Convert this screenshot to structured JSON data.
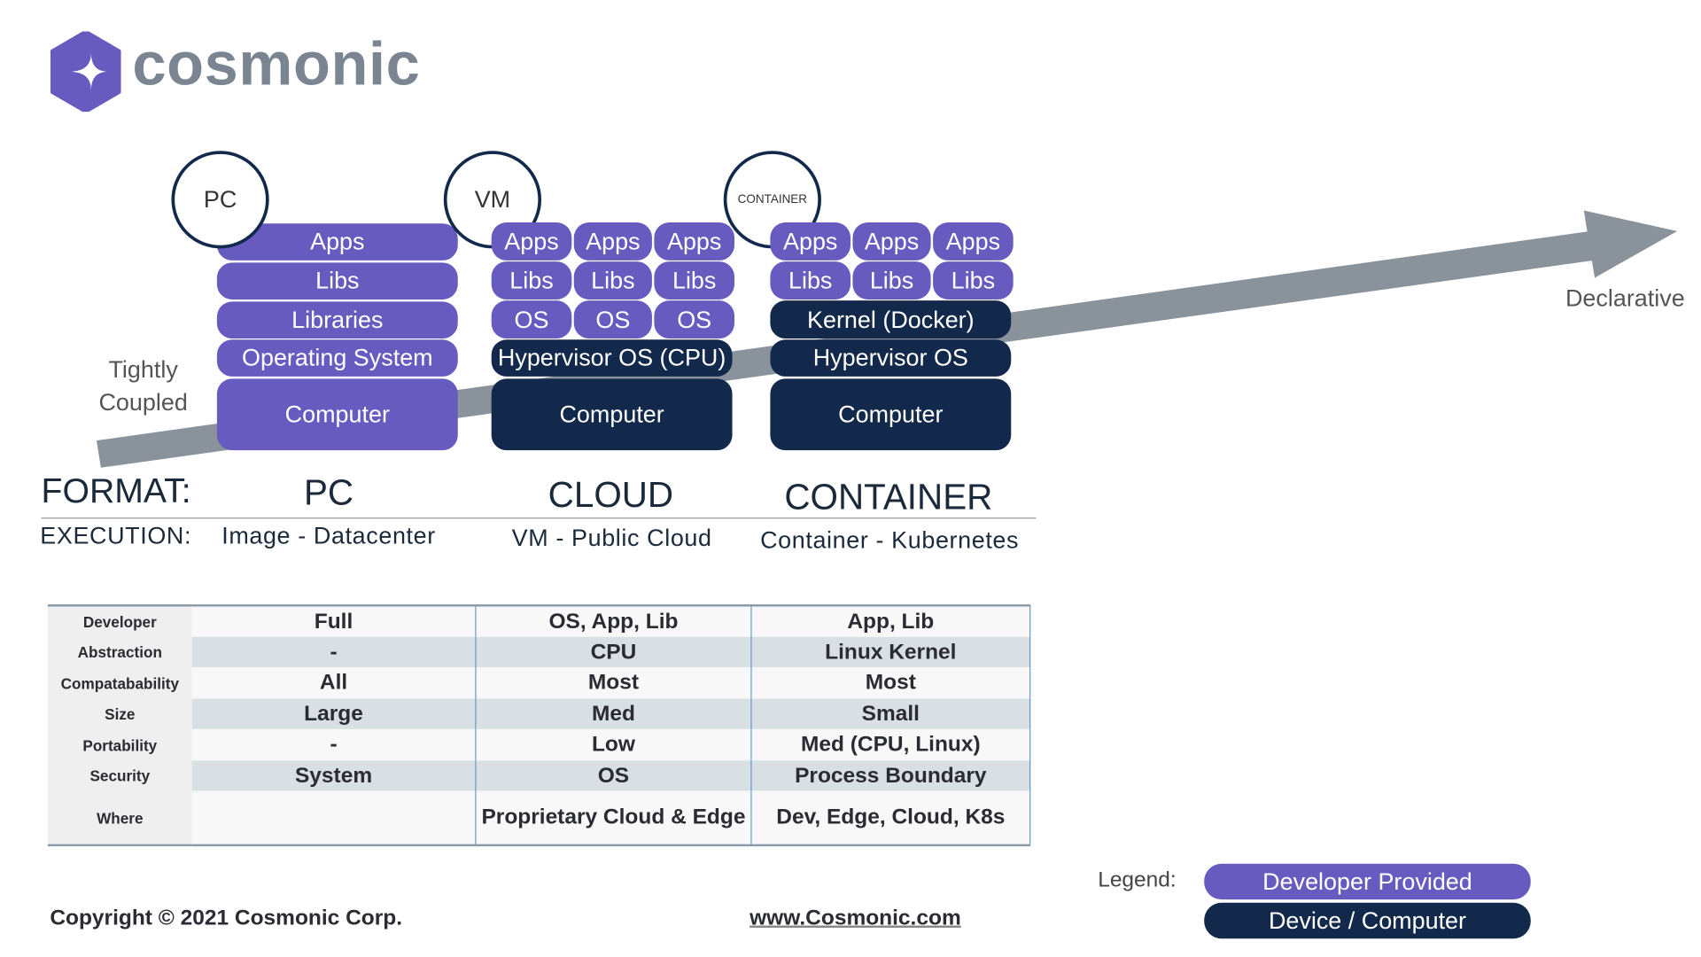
{
  "logo": {
    "text": "cosmonic",
    "color": "#7a8591",
    "mark_color": "#675bc0"
  },
  "arrow": {
    "left_label": [
      "Tightly",
      "Coupled"
    ],
    "right_label": "Declarative",
    "color": "#8a939c"
  },
  "colors": {
    "developer": "#675bc0",
    "device": "#13294b"
  },
  "circles": {
    "pc": "PC",
    "vm": "VM",
    "container": "CONTAINER"
  },
  "pc_stack": {
    "apps": "Apps",
    "libs": "Libs",
    "libraries": "Libraries",
    "os": "Operating System",
    "computer": "Computer"
  },
  "cloud_stack": {
    "apps": [
      "Apps",
      "Apps",
      "Apps"
    ],
    "libs": [
      "Libs",
      "Libs",
      "Libs"
    ],
    "os": [
      "OS",
      "OS",
      "OS"
    ],
    "hypervisor": "Hypervisor OS (CPU)",
    "computer": "Computer"
  },
  "container_stack": {
    "apps": [
      "Apps",
      "Apps",
      "Apps"
    ],
    "libs": [
      "Libs",
      "Libs",
      "Libs"
    ],
    "kernel": "Kernel (Docker)",
    "hypervisor": "Hypervisor OS",
    "computer": "Computer"
  },
  "format": {
    "label": "FORMAT:",
    "values": [
      "PC",
      "CLOUD",
      "CONTAINER"
    ]
  },
  "execution": {
    "label": "EXECUTION:",
    "values": [
      "Image - Datacenter",
      "VM - Public Cloud",
      "Container - Kubernetes"
    ]
  },
  "table": {
    "rows": [
      {
        "label": "Developer",
        "values": [
          "Full",
          "OS, App, Lib",
          "App, Lib"
        ]
      },
      {
        "label": "Abstraction",
        "values": [
          "-",
          "CPU",
          "Linux Kernel"
        ]
      },
      {
        "label": "Compatabability",
        "values": [
          "All",
          "Most",
          "Most"
        ]
      },
      {
        "label": "Size",
        "values": [
          "Large",
          "Med",
          "Small"
        ]
      },
      {
        "label": "Portability",
        "values": [
          "-",
          "Low",
          "Med (CPU, Linux)"
        ]
      },
      {
        "label": "Security",
        "values": [
          "System",
          "OS",
          "Process Boundary"
        ]
      },
      {
        "label": "Where",
        "values": [
          "",
          "Proprietary Cloud & Edge",
          "Dev, Edge, Cloud, K8s"
        ]
      }
    ]
  },
  "footer": {
    "copyright": "Copyright © 2021 Cosmonic Corp.",
    "website": "www.Cosmonic.com"
  },
  "legend": {
    "label": "Legend:",
    "developer": "Developer Provided",
    "device": "Device / Computer"
  }
}
